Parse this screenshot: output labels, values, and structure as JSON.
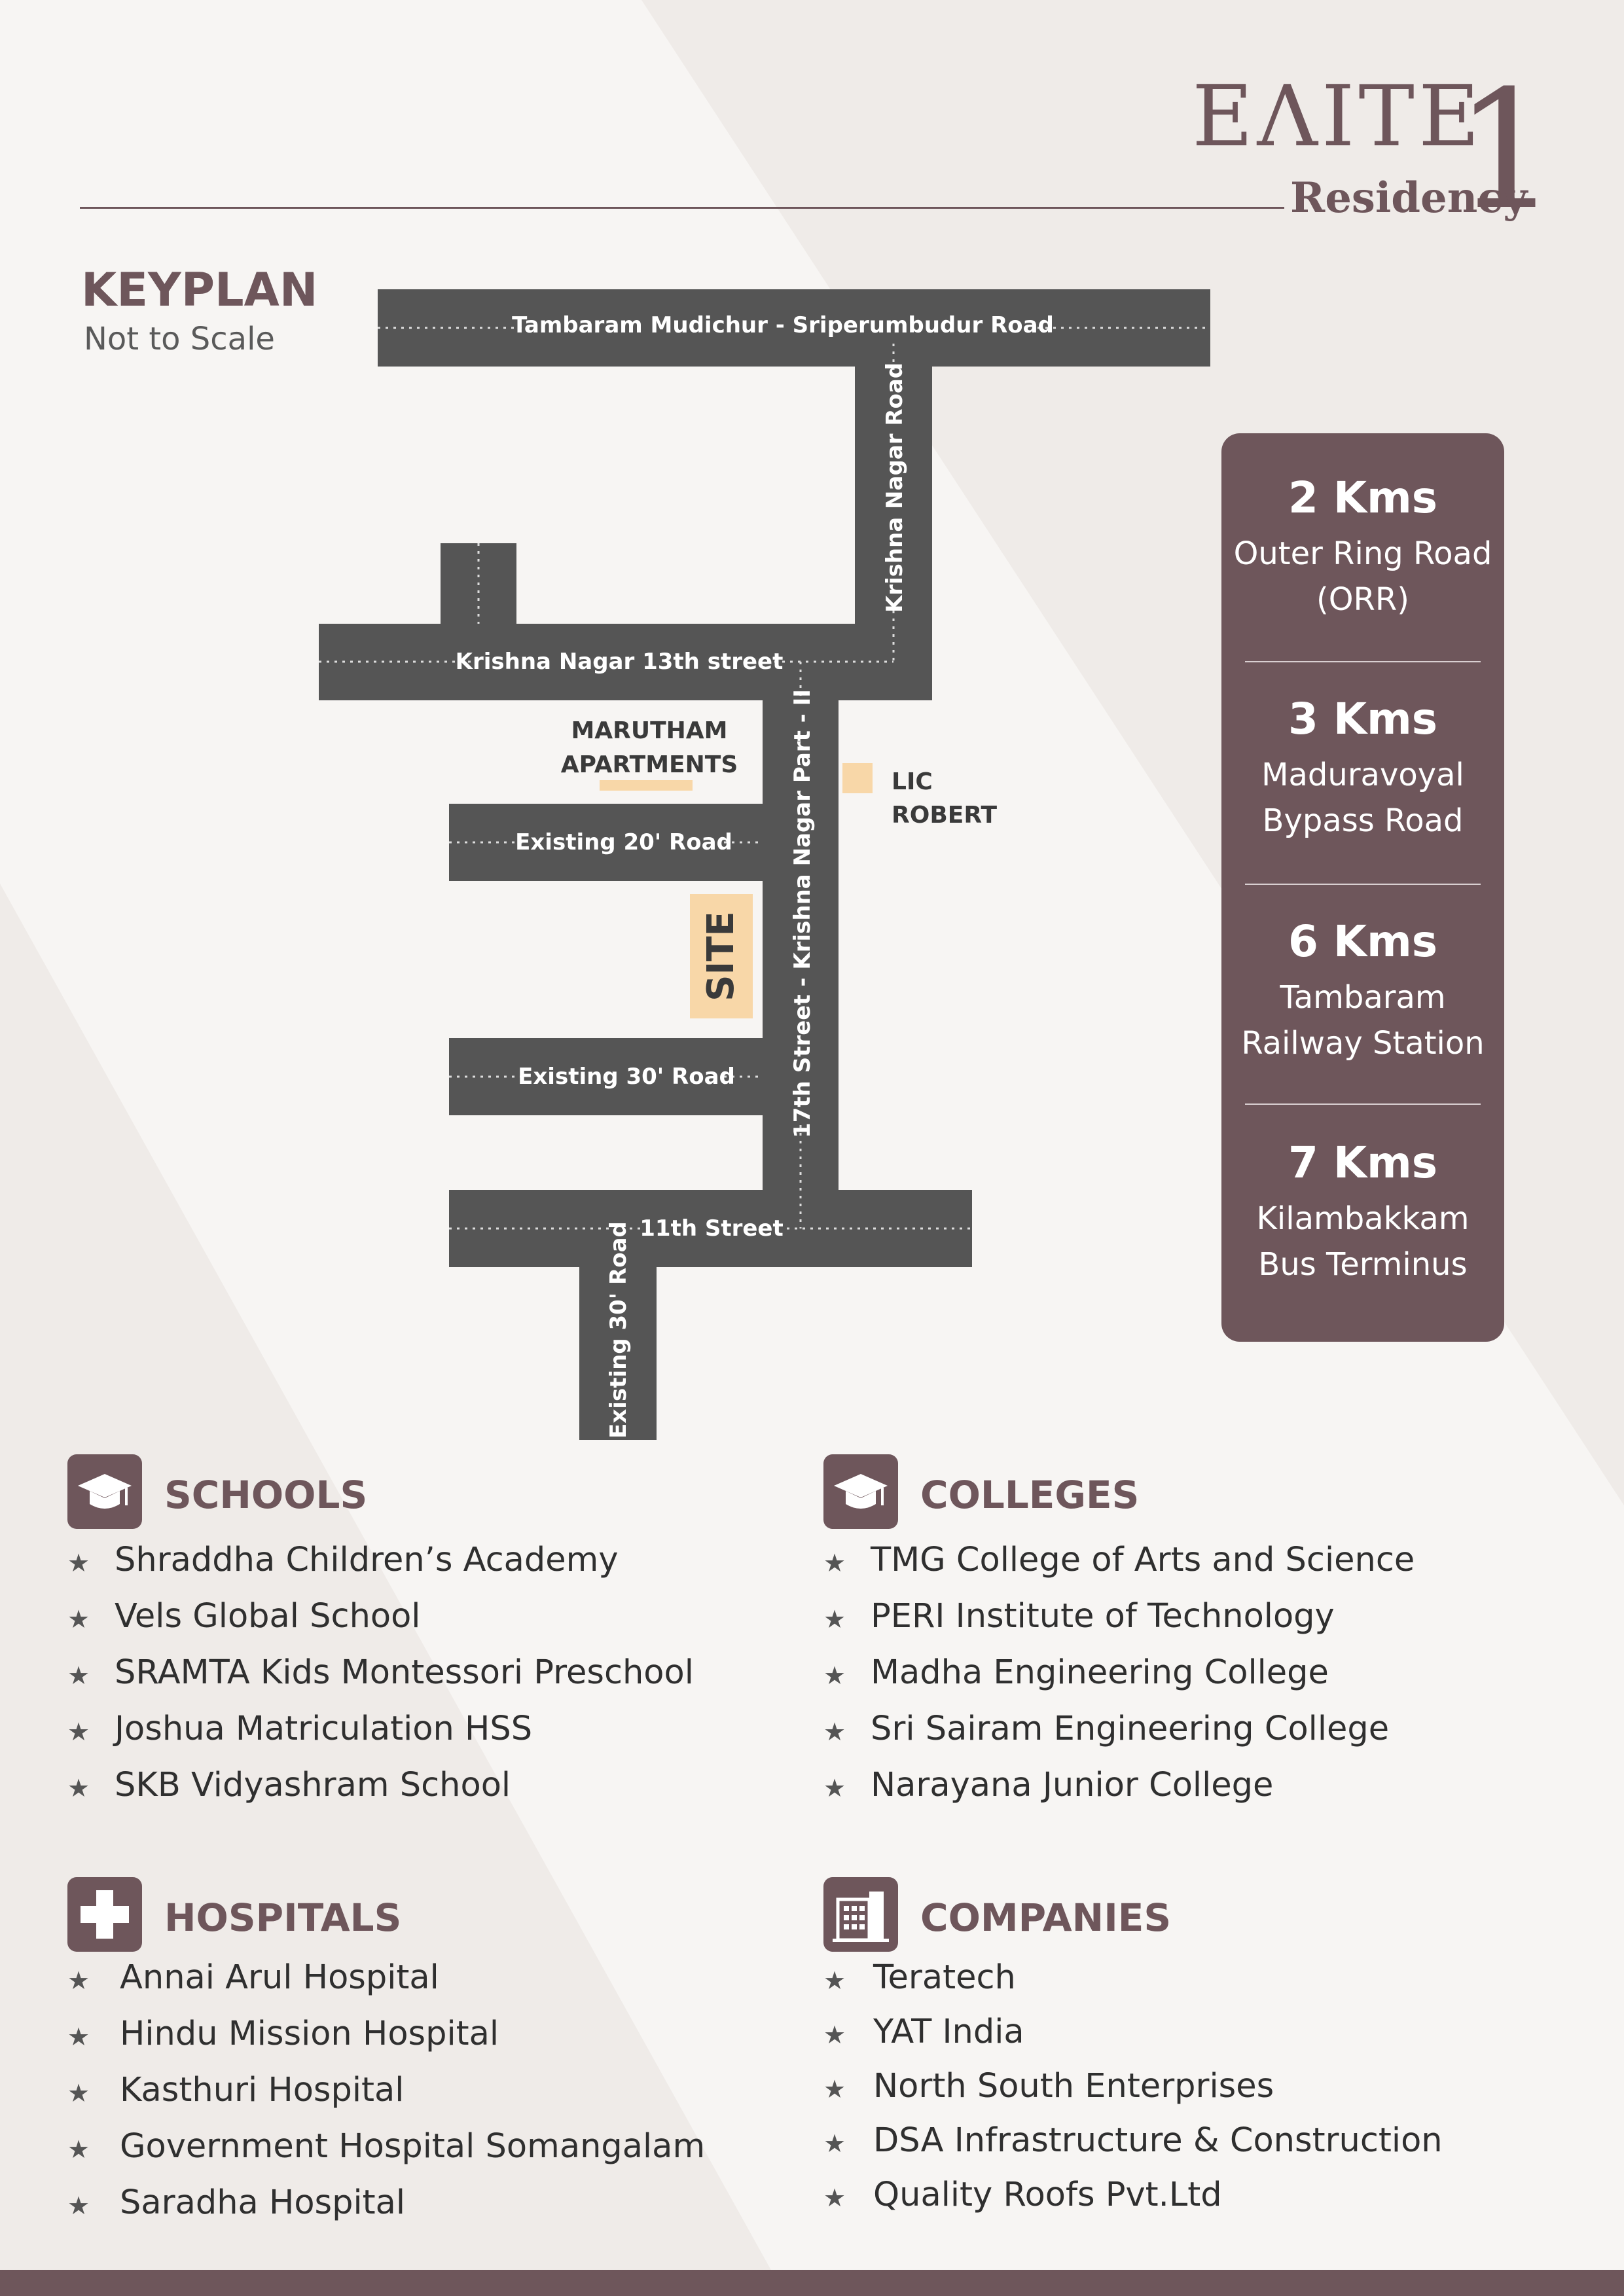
{
  "brand": {
    "name": "EΛITE",
    "number": "1",
    "tagline": "Residency",
    "color": "#6e565b"
  },
  "keyplan": {
    "title": "KEYPLAN",
    "subtitle": "Not to Scale"
  },
  "map": {
    "roads": {
      "top": "Tambaram Mudichur - Sriperumbudur Road",
      "krishna_nagar": "Krishna Nagar Road",
      "street13": "Krishna Nagar 13th street",
      "street17": "17th Street - Krishna Nagar Part - II",
      "road20": "Existing 20' Road",
      "road30": "Existing 30' Road",
      "street11": "11th Street",
      "road30_vertical": "Existing 30' Road"
    },
    "landmarks": {
      "marutham_line1": "MARUTHAM",
      "marutham_line2": "APARTMENTS",
      "lic_line1": "LIC",
      "lic_line2": "ROBERT",
      "site": "SITE"
    },
    "colors": {
      "road": "#555555",
      "landmark": "#f8d7a8",
      "site": "#f8d7a8"
    }
  },
  "distances": [
    {
      "km": "2 Kms",
      "line1": "Outer Ring Road",
      "line2": "(ORR)"
    },
    {
      "km": "3 Kms",
      "line1": "Maduravoyal",
      "line2": "Bypass Road"
    },
    {
      "km": "6 Kms",
      "line1": "Tambaram",
      "line2": "Railway Station"
    },
    {
      "km": "7 Kms",
      "line1": "Kilambakkam",
      "line2": "Bus Terminus"
    }
  ],
  "sections": {
    "schools": {
      "title": "SCHOOLS",
      "icon": "graduation-cap-icon",
      "items": [
        "Shraddha Children’s Academy",
        "Vels Global School",
        "SRAMTA Kids Montessori Preschool",
        "Joshua Matriculation HSS",
        "SKB Vidyashram School"
      ]
    },
    "colleges": {
      "title": "COLLEGES",
      "icon": "graduation-cap-icon",
      "items": [
        "TMG College of Arts and Science",
        "PERI Institute of Technology",
        "Madha Engineering College",
        "Sri Sairam Engineering College",
        "Narayana Junior College"
      ]
    },
    "hospitals": {
      "title": "HOSPITALS",
      "icon": "medical-cross-icon",
      "items": [
        "Annai Arul Hospital",
        "Hindu Mission Hospital",
        "Kasthuri Hospital",
        "Government Hospital Somangalam",
        "Saradha Hospital"
      ]
    },
    "companies": {
      "title": "COMPANIES",
      "icon": "office-building-icon",
      "items": [
        "Teratech",
        "YAT India",
        "North South Enterprises",
        "DSA Infrastructure & Construction",
        "Quality Roofs Pvt.Ltd"
      ]
    }
  }
}
